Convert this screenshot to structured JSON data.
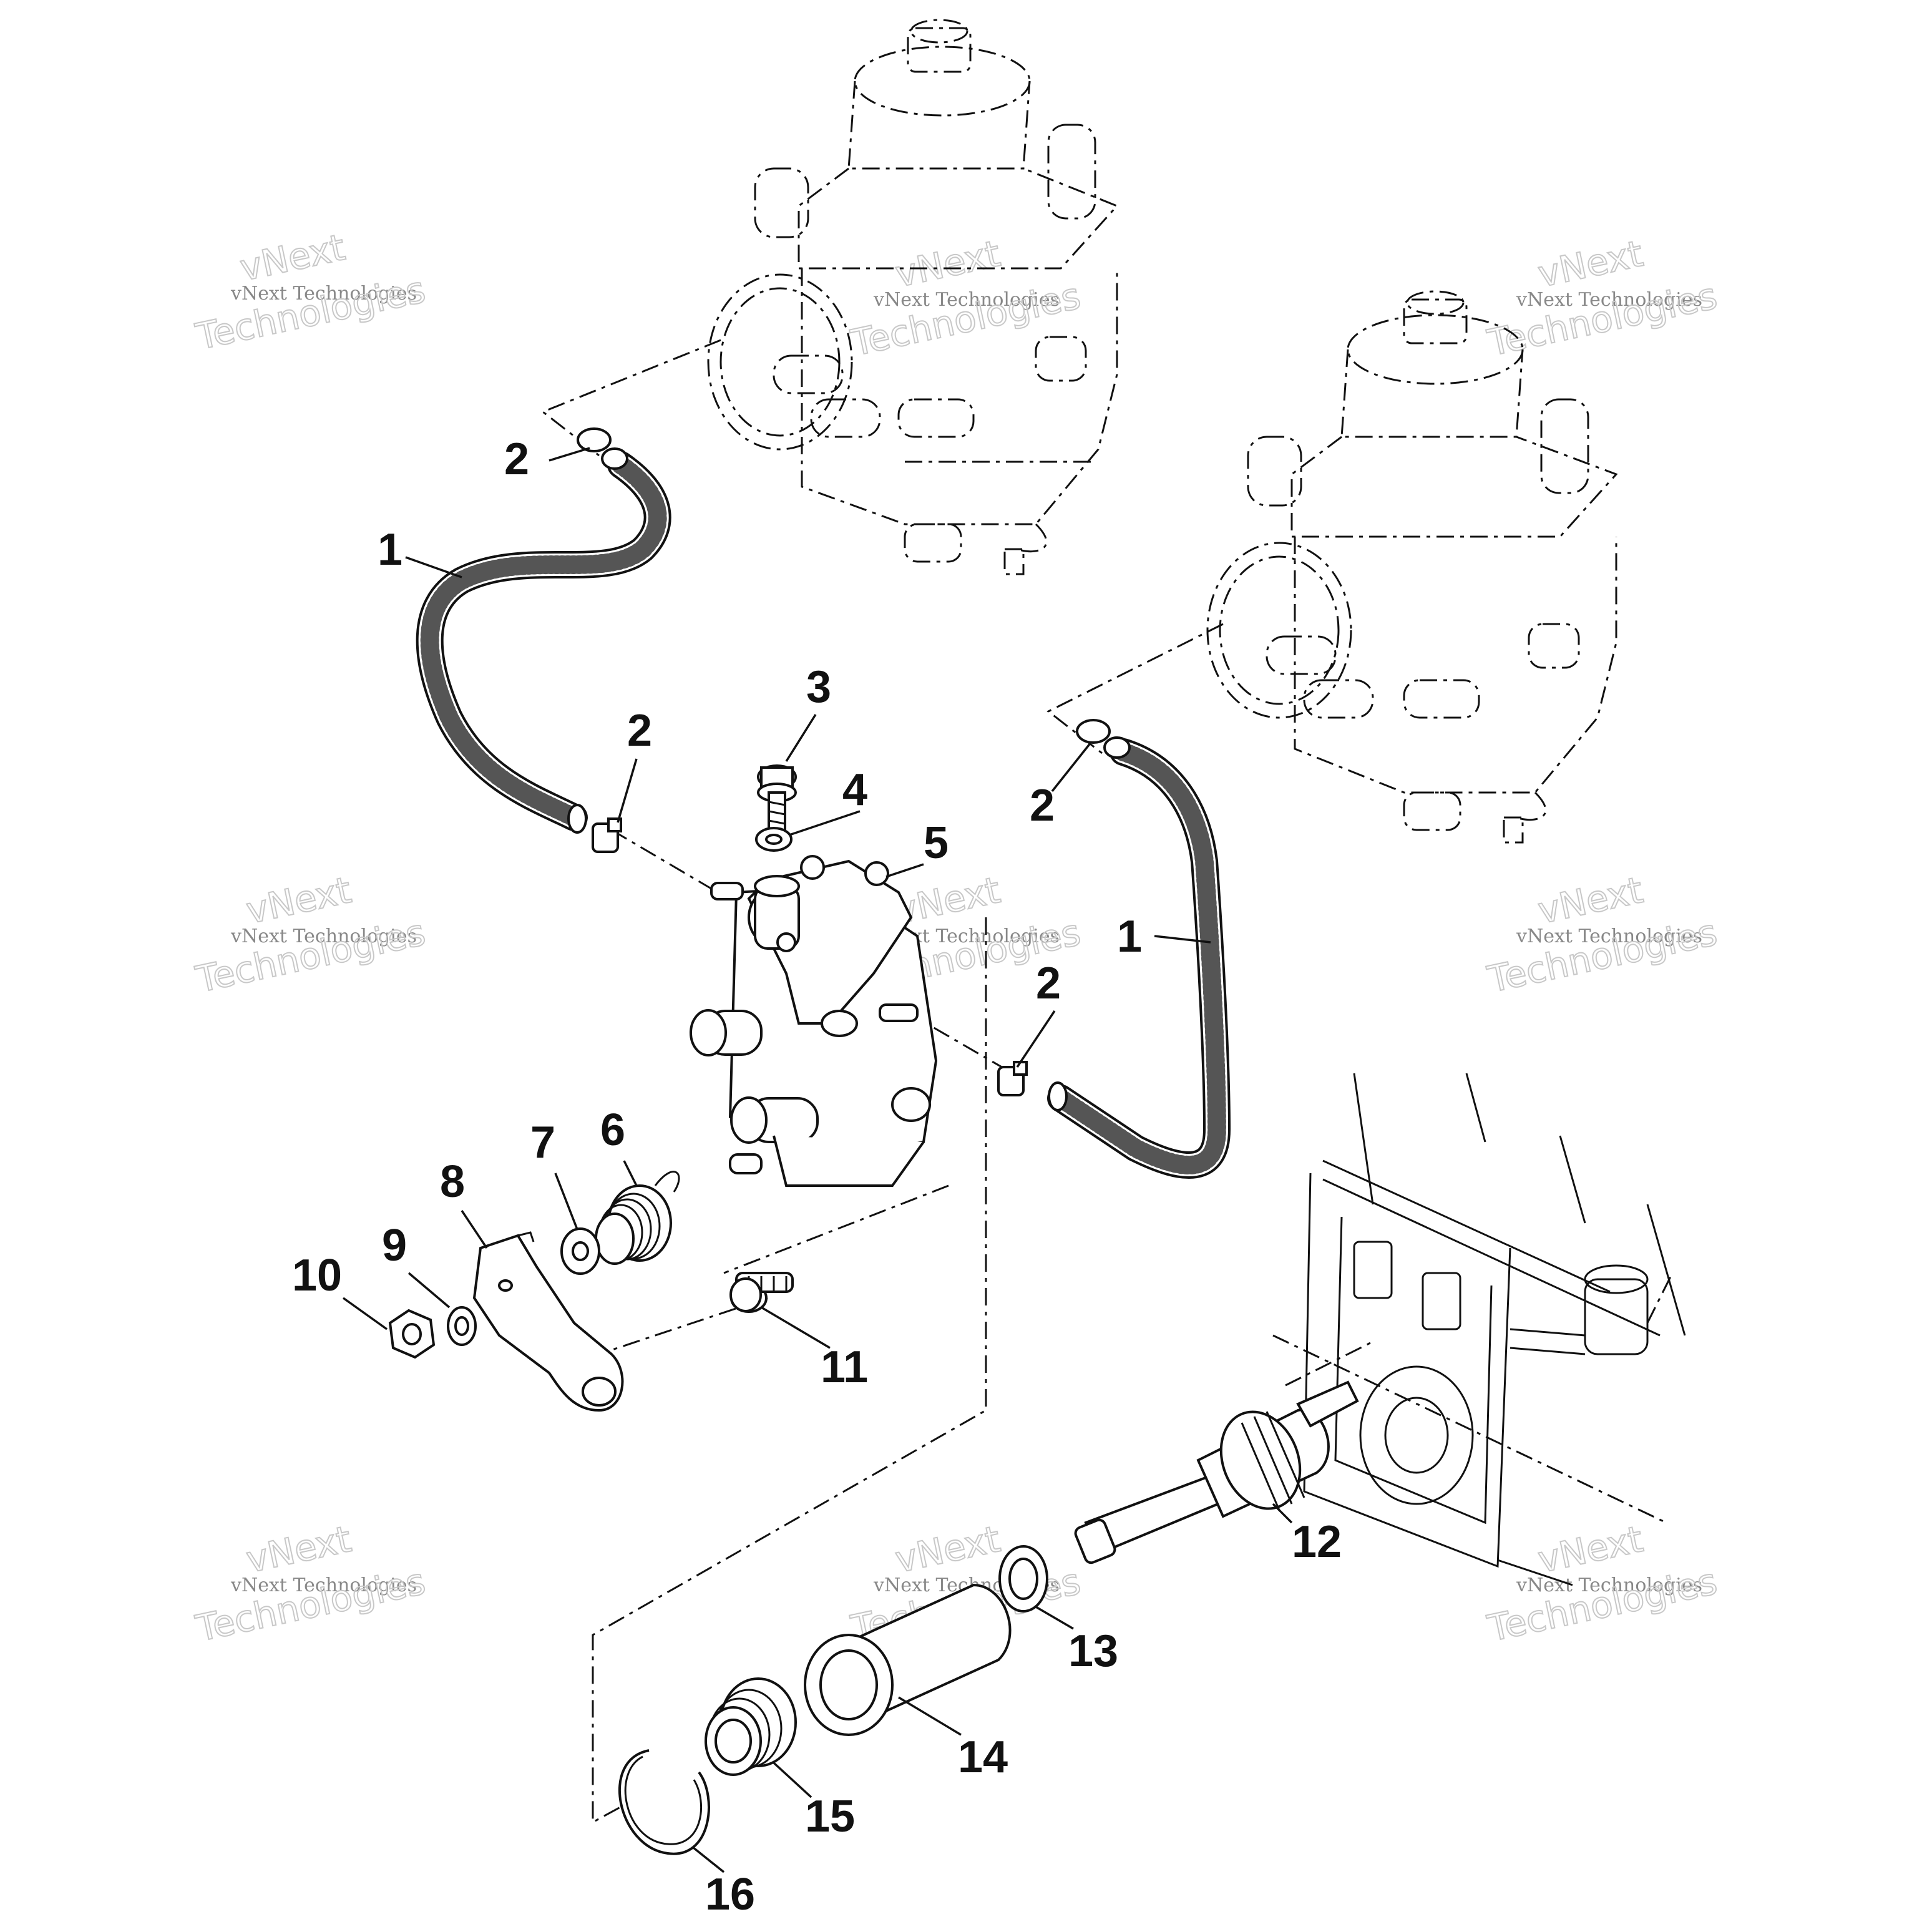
{
  "callouts": {
    "c1a": "1",
    "c2a": "2",
    "c1b": "1",
    "c3": "3",
    "c2b": "2",
    "c4": "4",
    "c5": "5",
    "c2c": "2",
    "c2d": "2",
    "c6": "6",
    "c7": "7",
    "c8": "8",
    "c9": "9",
    "c10": "10",
    "c11": "11",
    "c12": "12",
    "c13": "13",
    "c14": "14",
    "c15": "15",
    "c16": "16"
  },
  "watermark": {
    "line1": "vNext Technologies",
    "line2": "vNext",
    "line3": "Technologies"
  }
}
